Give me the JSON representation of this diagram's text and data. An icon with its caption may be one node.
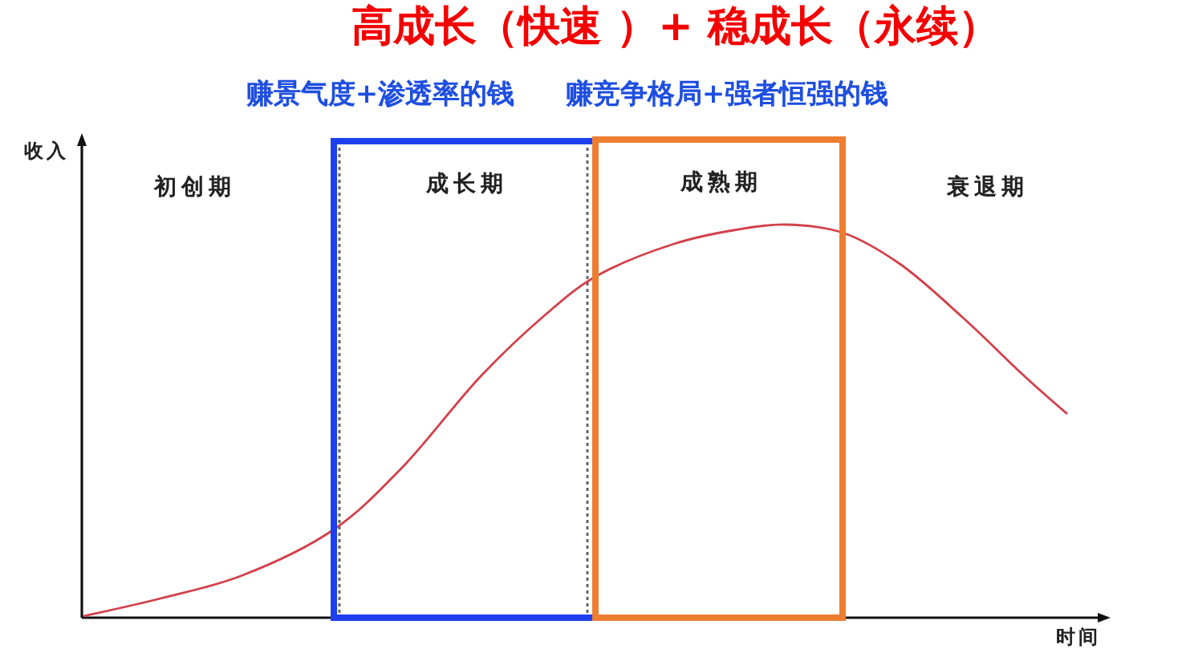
{
  "diagram": {
    "title": "高成长（快速 ）+ 稳成长（永续）",
    "nodes": [
      {
        "text": [
          "成长期"
        ]
      },
      {
        "text": [
          "成熟期"
        ]
      }
    ],
    "labels": [
      "赚景气度+渗透率的钱",
      "赚竞争格局+强者恒强的钱",
      "收入",
      "初创期",
      "衰退期",
      "时间"
    ]
  }
}
